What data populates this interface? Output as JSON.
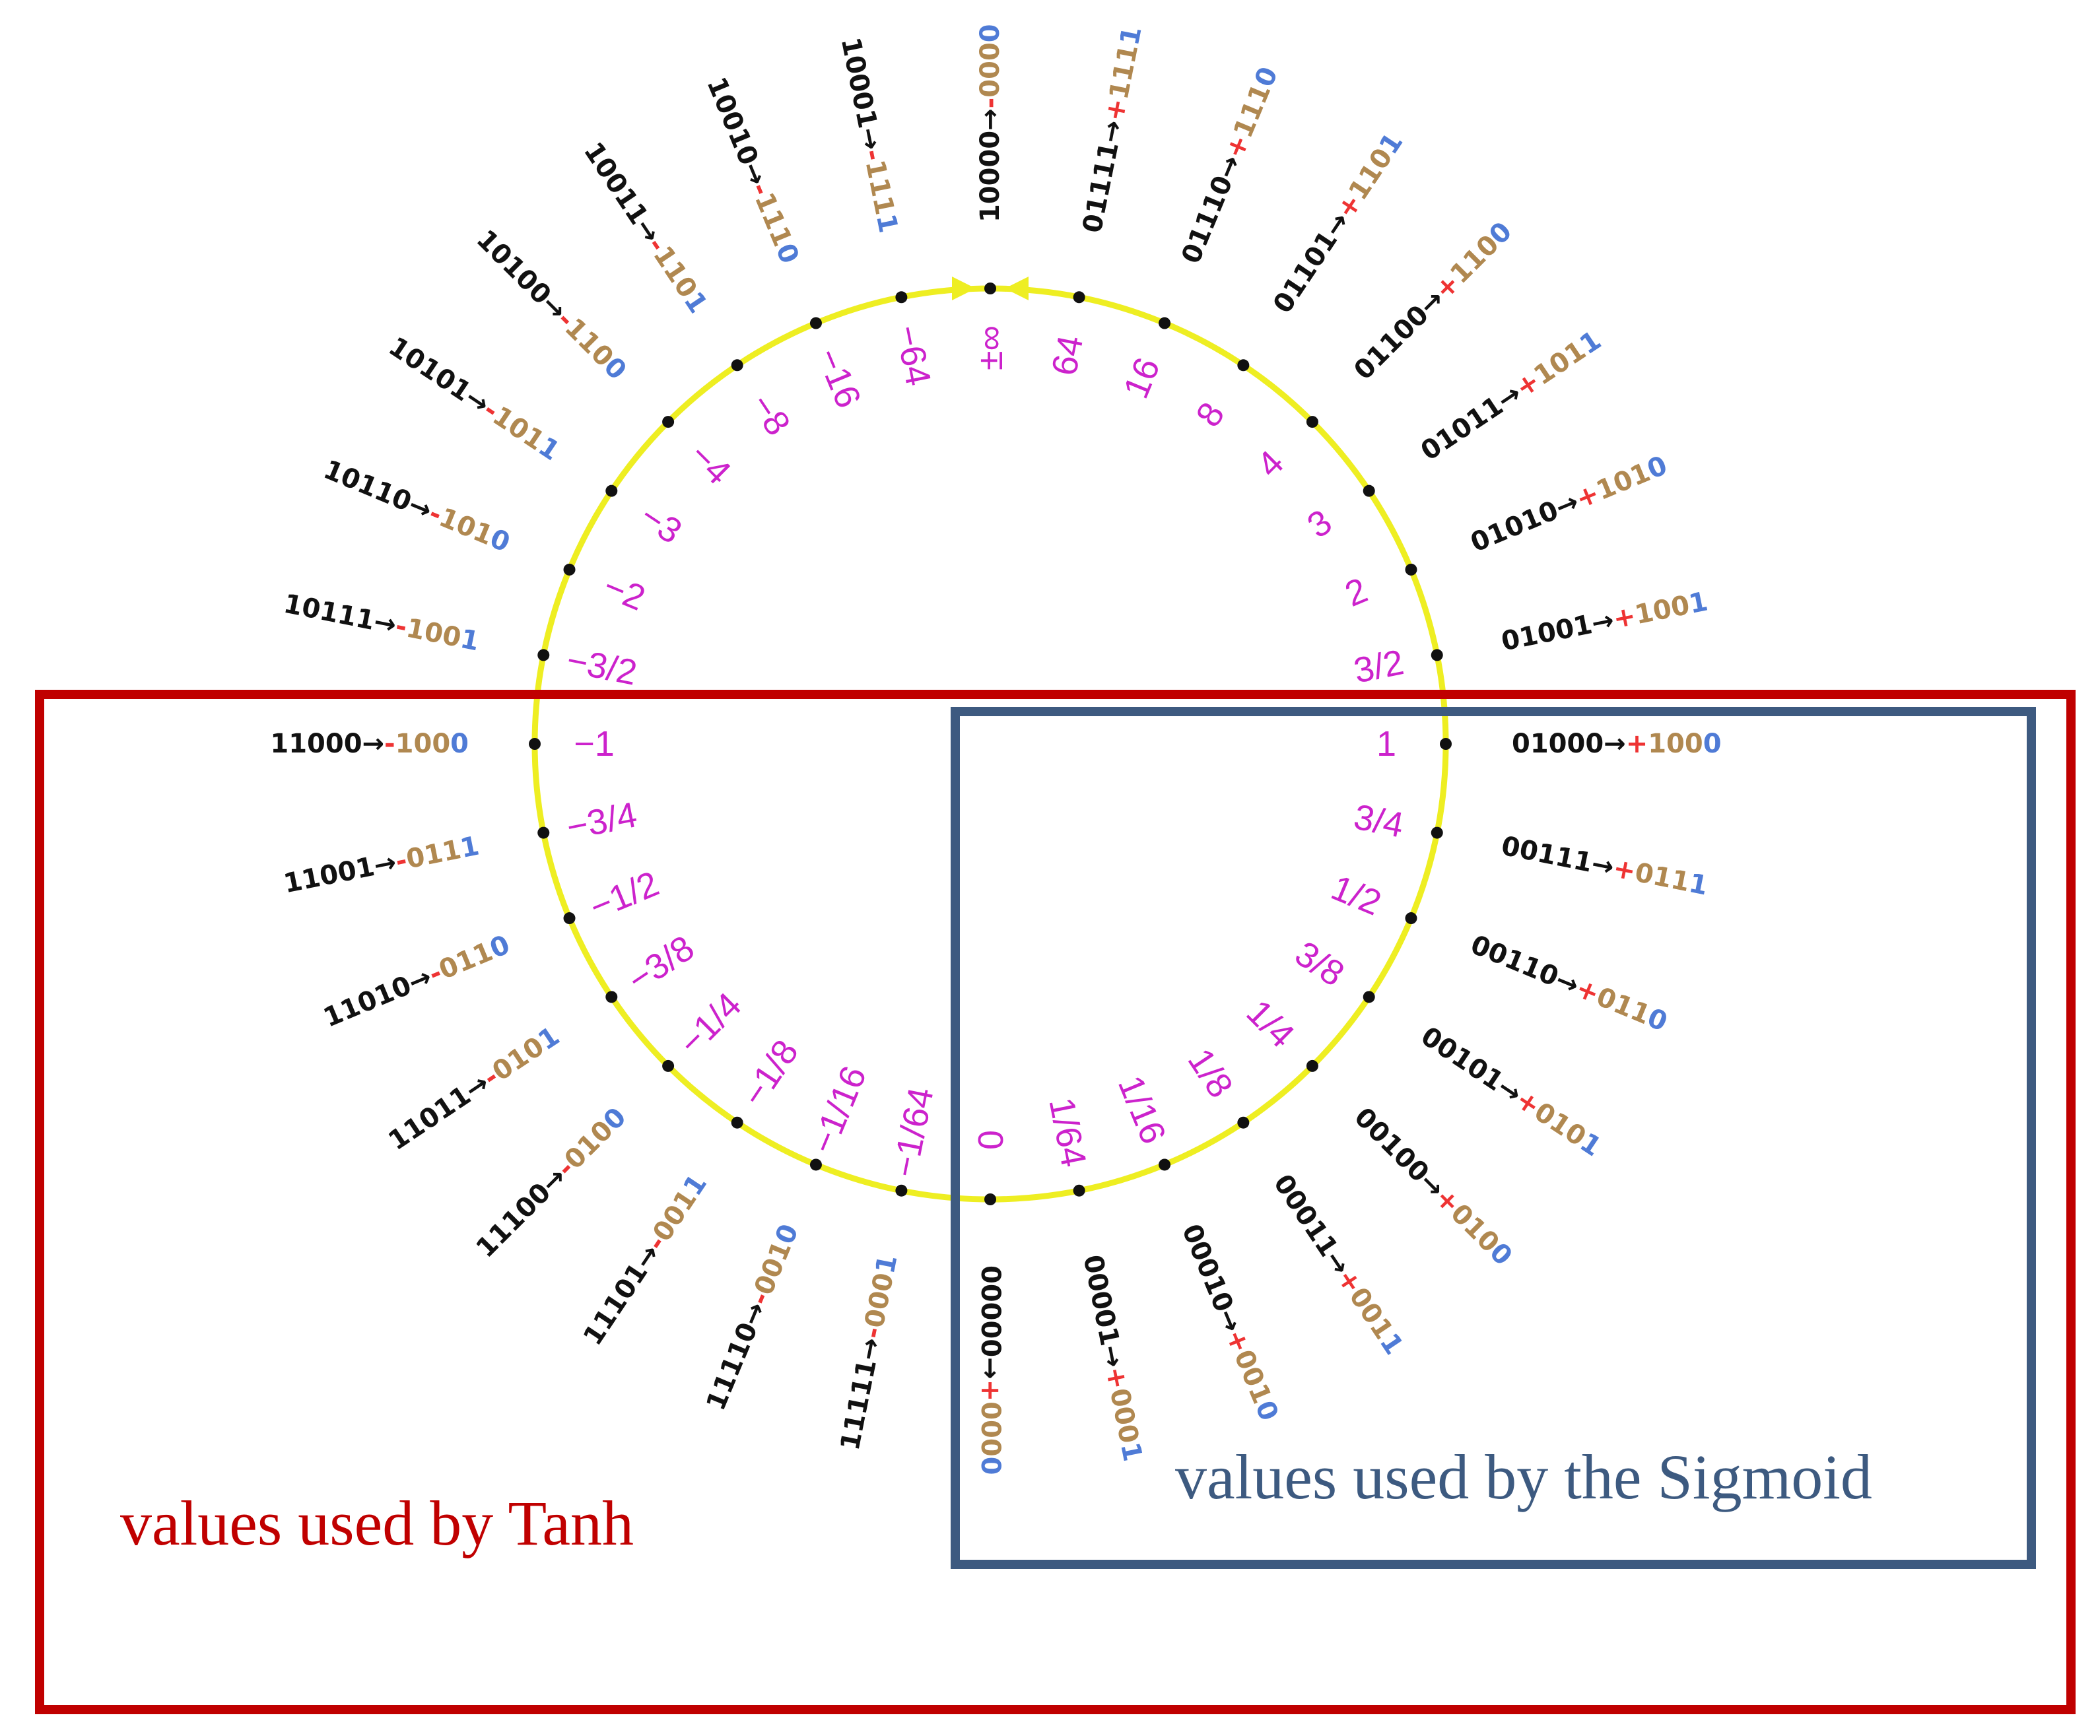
{
  "ring": {
    "color": "#eeee22",
    "dot_color": "#111111",
    "value_color": "#cc22cc",
    "code_colors": {
      "code": "#111111",
      "arrow": "#111111",
      "sign": "#ee3333",
      "bits": "#b08850",
      "accent_bit": "#4f7bd6"
    },
    "points": [
      {
        "value": "±∞",
        "code": "10000",
        "sign": "-",
        "bits": "0000"
      },
      {
        "value": "64",
        "code": "01111",
        "sign": "+",
        "bits": "1111"
      },
      {
        "value": "16",
        "code": "01110",
        "sign": "+",
        "bits": "1110"
      },
      {
        "value": "8",
        "code": "01101",
        "sign": "+",
        "bits": "1101"
      },
      {
        "value": "4",
        "code": "01100",
        "sign": "+",
        "bits": "1100"
      },
      {
        "value": "3",
        "code": "01011",
        "sign": "+",
        "bits": "1011"
      },
      {
        "value": "2",
        "code": "01010",
        "sign": "+",
        "bits": "1010"
      },
      {
        "value": "3/2",
        "code": "01001",
        "sign": "+",
        "bits": "1001"
      },
      {
        "value": "1",
        "code": "01000",
        "sign": "+",
        "bits": "1000"
      },
      {
        "value": "3/4",
        "code": "00111",
        "sign": "+",
        "bits": "0111"
      },
      {
        "value": "1/2",
        "code": "00110",
        "sign": "+",
        "bits": "0110"
      },
      {
        "value": "3/8",
        "code": "00101",
        "sign": "+",
        "bits": "0101"
      },
      {
        "value": "1/4",
        "code": "00100",
        "sign": "+",
        "bits": "0100"
      },
      {
        "value": "1/8",
        "code": "00011",
        "sign": "+",
        "bits": "0011"
      },
      {
        "value": "1/16",
        "code": "00010",
        "sign": "+",
        "bits": "0010"
      },
      {
        "value": "1/64",
        "code": "00001",
        "sign": "+",
        "bits": "0001"
      },
      {
        "value": "0",
        "code": "00000",
        "sign": "+",
        "bits": "0000"
      },
      {
        "value": "−1/64",
        "code": "11111",
        "sign": "-",
        "bits": "0001"
      },
      {
        "value": "−1/16",
        "code": "11110",
        "sign": "-",
        "bits": "0010"
      },
      {
        "value": "−1/8",
        "code": "11101",
        "sign": "-",
        "bits": "0011"
      },
      {
        "value": "−1/4",
        "code": "11100",
        "sign": "-",
        "bits": "0100"
      },
      {
        "value": "−3/8",
        "code": "11011",
        "sign": "-",
        "bits": "0101"
      },
      {
        "value": "−1/2",
        "code": "11010",
        "sign": "-",
        "bits": "0110"
      },
      {
        "value": "−3/4",
        "code": "11001",
        "sign": "-",
        "bits": "0111"
      },
      {
        "value": "−1",
        "code": "11000",
        "sign": "-",
        "bits": "1000"
      },
      {
        "value": "−3/2",
        "code": "10111",
        "sign": "-",
        "bits": "1001"
      },
      {
        "value": "−2",
        "code": "10110",
        "sign": "-",
        "bits": "1010"
      },
      {
        "value": "−3",
        "code": "10101",
        "sign": "-",
        "bits": "1011"
      },
      {
        "value": "−4",
        "code": "10100",
        "sign": "-",
        "bits": "1100"
      },
      {
        "value": "−8",
        "code": "10011",
        "sign": "-",
        "bits": "1101"
      },
      {
        "value": "−16",
        "code": "10010",
        "sign": "-",
        "bits": "1110"
      },
      {
        "value": "−64",
        "code": "10001",
        "sign": "-",
        "bits": "1111"
      }
    ]
  },
  "tanh_box": {
    "label": "values used by Tanh",
    "color": "#c00000"
  },
  "sigmoid_box": {
    "label": "values used by the Sigmoid",
    "color": "#3d5a80"
  }
}
